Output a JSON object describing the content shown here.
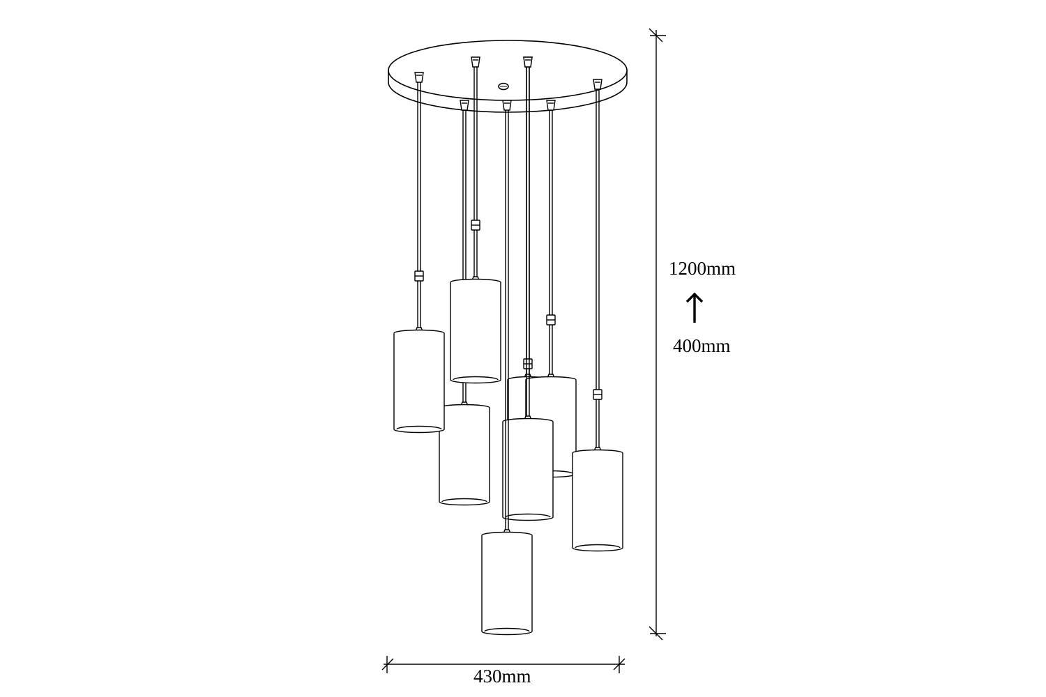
{
  "dimensions": {
    "width_label": "430mm",
    "max_height_label": "1200mm",
    "min_height_label": "400mm"
  },
  "pendant_count": 7,
  "colors": {
    "line": "#000000",
    "background": "#ffffff"
  },
  "icons": {
    "height_adjust": "arrow-up-icon"
  }
}
